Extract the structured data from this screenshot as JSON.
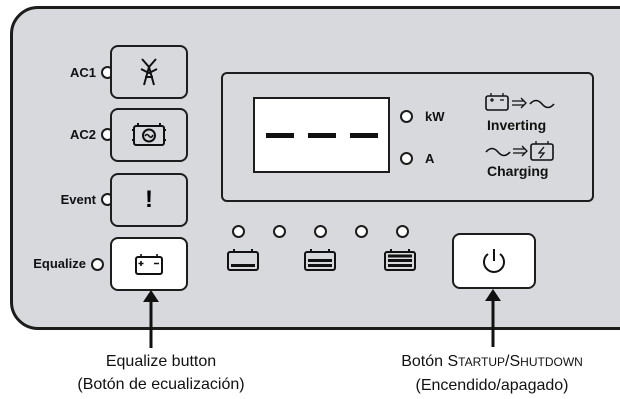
{
  "panel": {
    "buttons": [
      {
        "label": "AC1",
        "icon": "ac1-tower-icon"
      },
      {
        "label": "AC2",
        "icon": "generator-icon"
      },
      {
        "label": "Event",
        "icon": "exclamation-icon",
        "symbol": "!"
      },
      {
        "label": "Equalize",
        "icon": "battery-plus-minus-icon"
      }
    ],
    "display": {
      "readout": "- - -",
      "unit_kw": "kW",
      "unit_a": "A",
      "mode_inverting": "Inverting",
      "mode_charging": "Charging"
    },
    "battery_level_leds": 5
  },
  "captions": {
    "equalize_line1": "Equalize button",
    "equalize_line2": "(Botón de ecualización)",
    "startup_prefix": "Botón ",
    "startup_S": "S",
    "startup_tartup": "TARTUP",
    "startup_slash": "/",
    "startup_S2": "S",
    "startup_hutdown": "HUTDOWN",
    "startup_line2": "(Encendido/apagado)"
  },
  "colors": {
    "panel": "#d7d9dc",
    "outline": "#1d1d1d"
  }
}
